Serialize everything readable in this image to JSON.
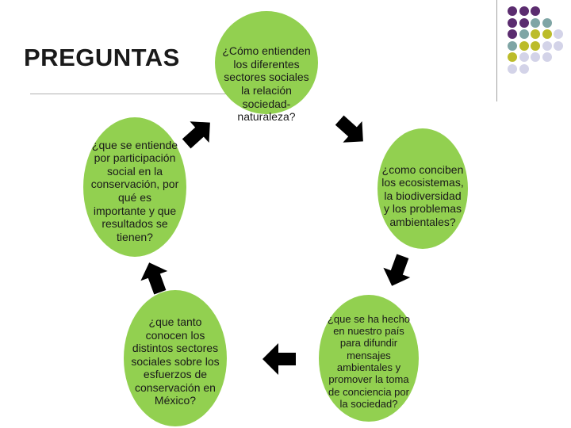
{
  "title": "PREGUNTAS",
  "colors": {
    "circle_fill": "#92d050",
    "dot_purple": "#5b2c6f",
    "dot_teal": "#7fa5a5",
    "dot_olive": "#bcbc2a",
    "dot_lavender": "#d3d3e8",
    "arrow": "#000000"
  },
  "questions": {
    "top": "¿Cómo entienden los diferentes sectores sociales la relación sociedad-naturaleza?",
    "right": "¿como conciben los ecosistemas, la biodiversidad y los problemas ambientales?",
    "bottom_right": "¿que se ha hecho en nuestro país para difundir mensajes ambientales y promover la toma de conciencia por la sociedad?",
    "bottom_left": "¿que tanto conocen los distintos sectores sociales sobre los esfuerzos de conservación en México?",
    "left": "¿que se entiende por participación social en la conservación, por qué es importante y que resultados se tienen?"
  },
  "arrows": [
    {
      "name": "arrow-left-to-top",
      "icon": "arrow-up-right-icon"
    },
    {
      "name": "arrow-top-to-right",
      "icon": "arrow-down-right-icon"
    },
    {
      "name": "arrow-right-to-bottom-right",
      "icon": "arrow-down-icon"
    },
    {
      "name": "arrow-bottom-right-to-bottom-left",
      "icon": "arrow-left-icon"
    },
    {
      "name": "arrow-bottom-left-to-left",
      "icon": "arrow-up-icon"
    }
  ],
  "decor_dots": {
    "rows": [
      [
        "dot_purple",
        "dot_purple",
        "dot_purple"
      ],
      [
        "dot_purple",
        "dot_purple",
        "dot_teal",
        "dot_teal"
      ],
      [
        "dot_purple",
        "dot_teal",
        "dot_olive",
        "dot_olive",
        "dot_lavender"
      ],
      [
        "dot_teal",
        "dot_olive",
        "dot_olive",
        "dot_lavender",
        "dot_lavender"
      ],
      [
        "dot_olive",
        "dot_lavender",
        "dot_lavender",
        "dot_lavender"
      ],
      [
        "dot_lavender",
        "dot_lavender"
      ]
    ]
  }
}
